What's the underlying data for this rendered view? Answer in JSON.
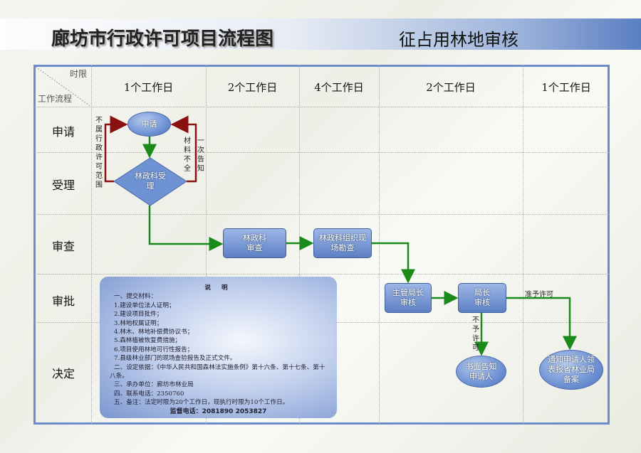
{
  "title": "廊坊市行政许可项目流程图",
  "subtitle": "征占用林地审核",
  "header": {
    "time_label": "时限",
    "process_label": "工作流程",
    "columns": [
      "1个工作日",
      "2个工作日",
      "4个工作日",
      "2个工作日",
      "1个工作日"
    ]
  },
  "rows": [
    "申请",
    "受理",
    "审查",
    "审批",
    "决定"
  ],
  "nodes": {
    "apply": "申请",
    "accept": "林政科受理",
    "review": "林政科审查",
    "survey": "林政科组织现场勘查",
    "chief_review": "主管局长审核",
    "director_review": "局长审核",
    "reject_notice": "书面告知申请人",
    "approve_notice": "通知申请人领表报省林业局备案"
  },
  "edge_labels": {
    "out_of_scope": "不属行政许可范围",
    "incomplete": "材料不全",
    "notify_once": "一次告知",
    "approve": "准予许可",
    "deny": "不予许可"
  },
  "note": {
    "title": "说 明",
    "lines": [
      "一、提交材料：",
      "1.建设单位法人证明；",
      "2.建设项目批件；",
      "3.林地权属证明；",
      "4.林木、林地补偿费协议书；",
      "5.森林植被恢复费措施；",
      "6.项目使用林地可行性报告；",
      "7.县级林业部门的现场查验报告及正式文件。",
      "二、设定依据：《中华人民共和国森林法实施条例》第十六条、第十七条、第十八条。",
      "三、承办单位：廊坊市林业局",
      "四、联系电话：2350760",
      "五、备注：法定时限为20个工作日，现执行时限为10个工作日。"
    ],
    "supervise": "监督电话：2081890 2053827"
  },
  "colors": {
    "accent": "#6d8ccc",
    "flow": "#1a8a1a",
    "reject": "#8b1010"
  }
}
